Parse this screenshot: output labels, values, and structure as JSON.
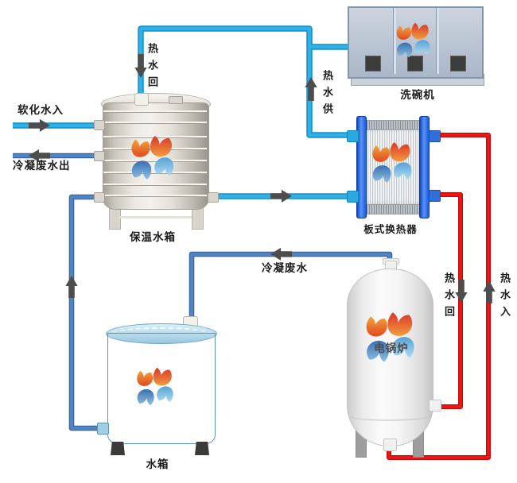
{
  "diagram": {
    "type": "hot-water-system-piping-diagram",
    "equipment_labels": {
      "insulated_tank": "保温水箱",
      "dishwasher": "洗碗机",
      "plate_heat_exchanger": "板式换热器",
      "electric_boiler": "电锅炉",
      "water_tank": "水箱"
    },
    "flow_labels": {
      "hot_water_return_to_tank": "热水回",
      "softened_water_in": "软化水入",
      "condensate_waste_out": "冷凝废水出",
      "hot_water_supply": "热水供",
      "condensate_waste": "冷凝废水",
      "hot_water_return_to_boiler": "热水回",
      "hot_water_in_from_boiler": "热水入"
    },
    "icons": {
      "logo": "flame-and-waterdrop-logo"
    },
    "colors": {
      "pipe-hot": "#2FB0E9",
      "pipe-hot-edge": "#1590C8",
      "pipe-cool": "#5285C4",
      "pipe-cool-edge": "#3A679F",
      "pipe-red": "#F51414",
      "pipe-red-edge": "#C00C0C",
      "arrow": "#4D4D4D",
      "label-text": "#1A1A1A"
    }
  }
}
